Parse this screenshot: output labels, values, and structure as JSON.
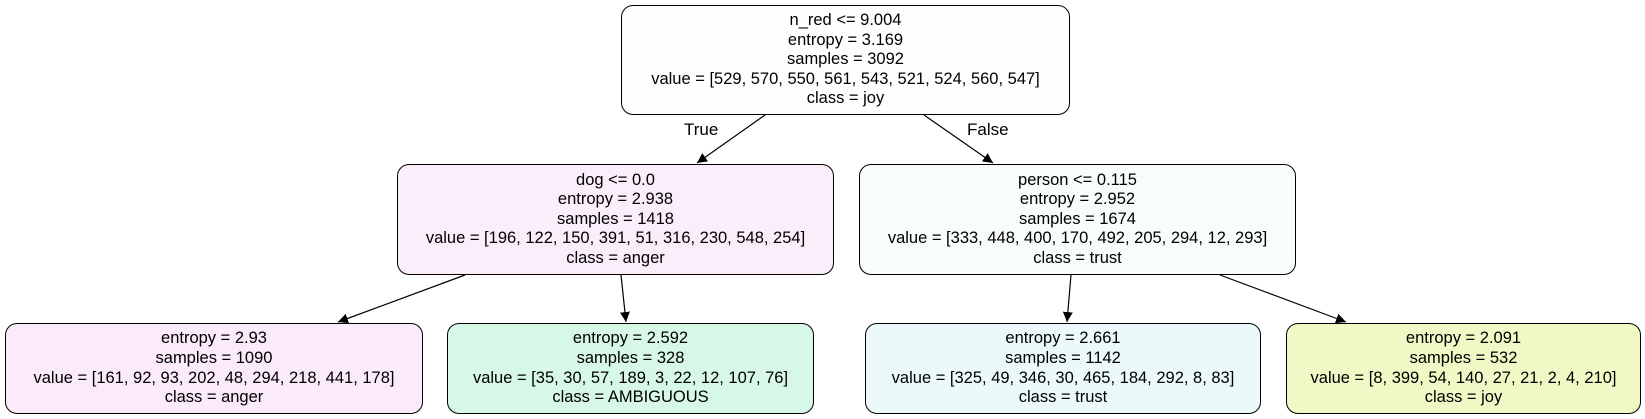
{
  "tree": {
    "edge_labels": {
      "true_label": "True",
      "false_label": "False"
    },
    "nodes": {
      "root": {
        "split": "n_red <= 9.004",
        "entropy": "entropy = 3.169",
        "samples": "samples = 3092",
        "value": "value = [529, 570, 550, 561, 543, 521, 524, 560, 547]",
        "class": "class = joy",
        "fill": "#fefeff"
      },
      "left": {
        "split": "dog <= 0.0",
        "entropy": "entropy = 2.938",
        "samples": "samples = 1418",
        "value": "value = [196, 122, 150, 391, 51, 316, 230, 548, 254]",
        "class": "class = anger",
        "fill": "#fbeefa"
      },
      "right": {
        "split": "person <= 0.115",
        "entropy": "entropy = 2.952",
        "samples": "samples = 1674",
        "value": "value = [333, 448, 400, 170, 492, 205, 294, 12, 293]",
        "class": "class = trust",
        "fill": "#f8fcfd"
      },
      "left_left": {
        "entropy": "entropy = 2.93",
        "samples": "samples = 1090",
        "value": "value = [161, 92, 93, 202, 48, 294, 218, 441, 178]",
        "class": "class = anger",
        "fill": "#fbeaf9"
      },
      "left_right": {
        "entropy": "entropy = 2.592",
        "samples": "samples = 328",
        "value": "value = [35, 30, 57, 189, 3, 22, 12, 107, 76]",
        "class": "class = AMBIGUOUS",
        "fill": "#d7f8e7"
      },
      "right_left": {
        "entropy": "entropy = 2.661",
        "samples": "samples = 1142",
        "value": "value = [325, 49, 346, 30, 465, 184, 292, 8, 83]",
        "class": "class = trust",
        "fill": "#ebf9fb"
      },
      "right_right": {
        "entropy": "entropy = 2.091",
        "samples": "samples = 532",
        "value": "value = [8, 399, 54, 140, 27, 21, 2, 4, 210]",
        "class": "class = joy",
        "fill": "#f1f8c6"
      }
    }
  }
}
